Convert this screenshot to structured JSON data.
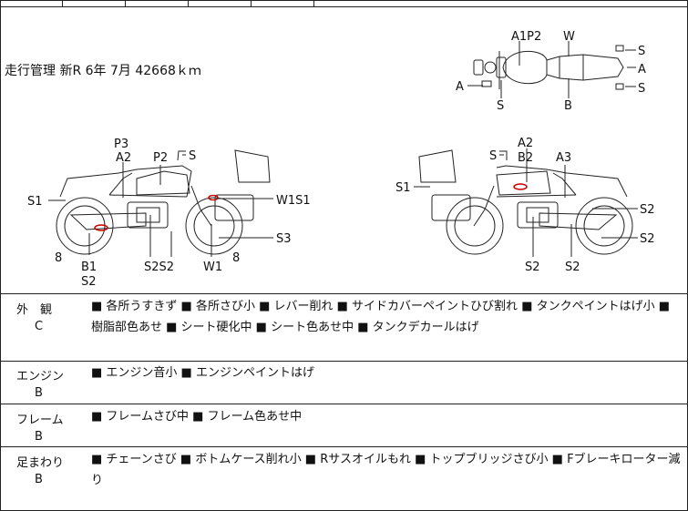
{
  "note": "走行管理 新R 6年 7月 42668ｋｍ",
  "diagram_labels": {
    "top": [
      "A1P2",
      "W",
      "S",
      "A",
      "S",
      "A",
      "S",
      "B"
    ],
    "left_side": [
      "P3",
      "A2",
      "P2",
      "S",
      "S1",
      "W1S1",
      "S3",
      "8",
      "B1",
      "S2",
      "S2S2",
      "W1",
      "8"
    ],
    "right_side": [
      "A2",
      "S",
      "B2",
      "A3",
      "S1",
      "S2",
      "S2",
      "S2",
      "S2"
    ]
  },
  "sections": [
    {
      "category": "外　観",
      "grade": "C",
      "items": "■ 各所うすきず ■ 各所さび小 ■ レバー削れ ■ サイドカバーペイントひび割れ ■ タンクペイントはげ小 ■ 樹脂部色あせ ■ シート硬化中 ■ シート色あせ中 ■ タンクデカールはげ"
    },
    {
      "category": "エンジン",
      "grade": "B",
      "items": "■ エンジン音小 ■ エンジンペイントはげ"
    },
    {
      "category": "フレーム",
      "grade": "B",
      "items": "■ フレームさび中 ■ フレーム色あせ中"
    },
    {
      "category": "足まわり",
      "grade": "B",
      "items": "■ チェーンさび ■ ボトムケース削れ小 ■ Rサスオイルもれ ■ トップブリッジさび小 ■ Fブレーキローター減り"
    }
  ]
}
